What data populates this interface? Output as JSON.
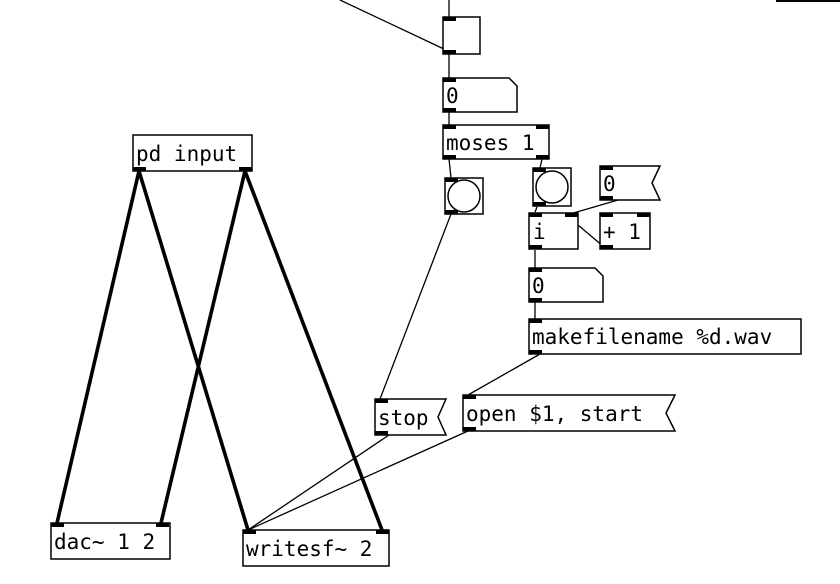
{
  "patch": {
    "objects": {
      "pd_input": "pd input",
      "dac": "dac~ 1 2",
      "writesf": "writesf~ 2",
      "moses": "moses 1",
      "i": "i",
      "plus_one": "+ 1",
      "makefilename": "makefilename %d.wav"
    },
    "messages": {
      "stop": "stop",
      "open_start": "open $1, start"
    },
    "number_boxes": {
      "number_top": "0",
      "number_counter": "0",
      "number_filename": "0"
    }
  }
}
